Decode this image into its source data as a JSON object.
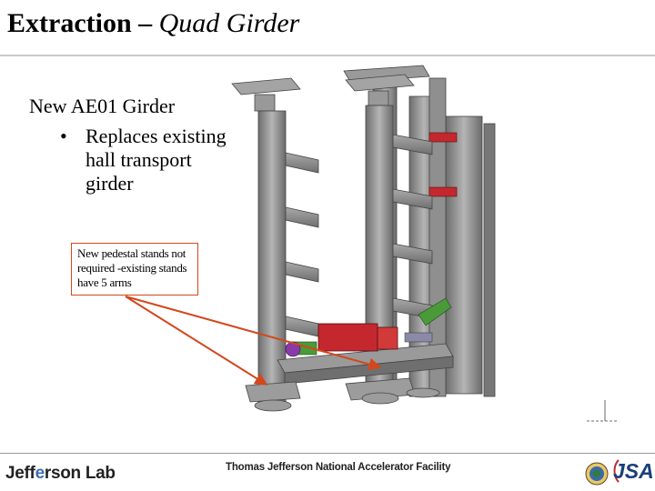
{
  "slide": {
    "title": "Extraction",
    "title_separator": " – ",
    "subtitle": "Quad Girder",
    "heading": "New AE01 Girder",
    "bullets": [
      "Replaces existing hall transport girder"
    ],
    "bullet_symbol": "•",
    "callout_text": "New pedestal stands not required -existing stands have 5 arms"
  },
  "footer": {
    "logo_part1": "Jeff",
    "logo_accent": "e",
    "logo_part2": "rson Lab",
    "facility_name": "Thomas Jefferson National Accelerator Facility",
    "jsa_label": "JSA"
  },
  "colors": {
    "title_rule": "#c9c9c9",
    "callout_border": "#d2481c",
    "arrow": "#d2481c",
    "girder_gray": "#8c8c8c",
    "magnet_red": "#c4282e",
    "magnet_green": "#4a9a3a",
    "magnet_purple": "#8a3aa8"
  },
  "icons": {
    "illustration": "quad-girder-cad-rendering",
    "seal": "doe-seal-icon",
    "jsa": "jsa-logo-icon"
  }
}
